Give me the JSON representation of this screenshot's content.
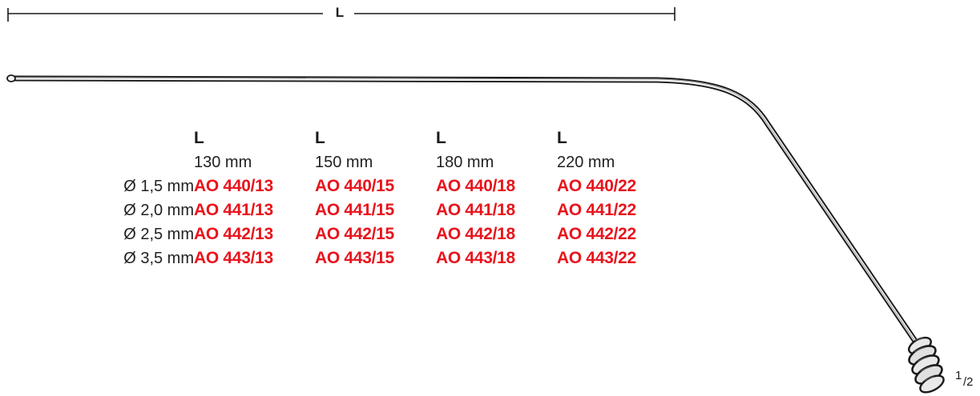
{
  "dimension": {
    "label": "L"
  },
  "scale": {
    "numerator": "1",
    "denominator": "/2"
  },
  "table": {
    "length_header": [
      "L",
      "L",
      "L",
      "L"
    ],
    "lengths": [
      "130 mm",
      "150 mm",
      "180 mm",
      "220 mm"
    ],
    "rows": [
      {
        "diameter": "Ø 1,5 mm",
        "codes": [
          "AO 440/13",
          "AO 440/15",
          "AO 440/18",
          "AO 440/22"
        ]
      },
      {
        "diameter": "Ø 2,0 mm",
        "codes": [
          "AO 441/13",
          "AO 441/15",
          "AO 441/18",
          "AO 441/22"
        ]
      },
      {
        "diameter": "Ø 2,5 mm",
        "codes": [
          "AO 442/13",
          "AO 442/15",
          "AO 442/18",
          "AO 442/22"
        ]
      },
      {
        "diameter": "Ø 3,5 mm",
        "codes": [
          "AO 443/13",
          "AO 443/15",
          "AO 443/18",
          "AO 443/22"
        ]
      }
    ]
  },
  "colors": {
    "code_red": "#e8141c",
    "ink": "#1a1a1a"
  }
}
